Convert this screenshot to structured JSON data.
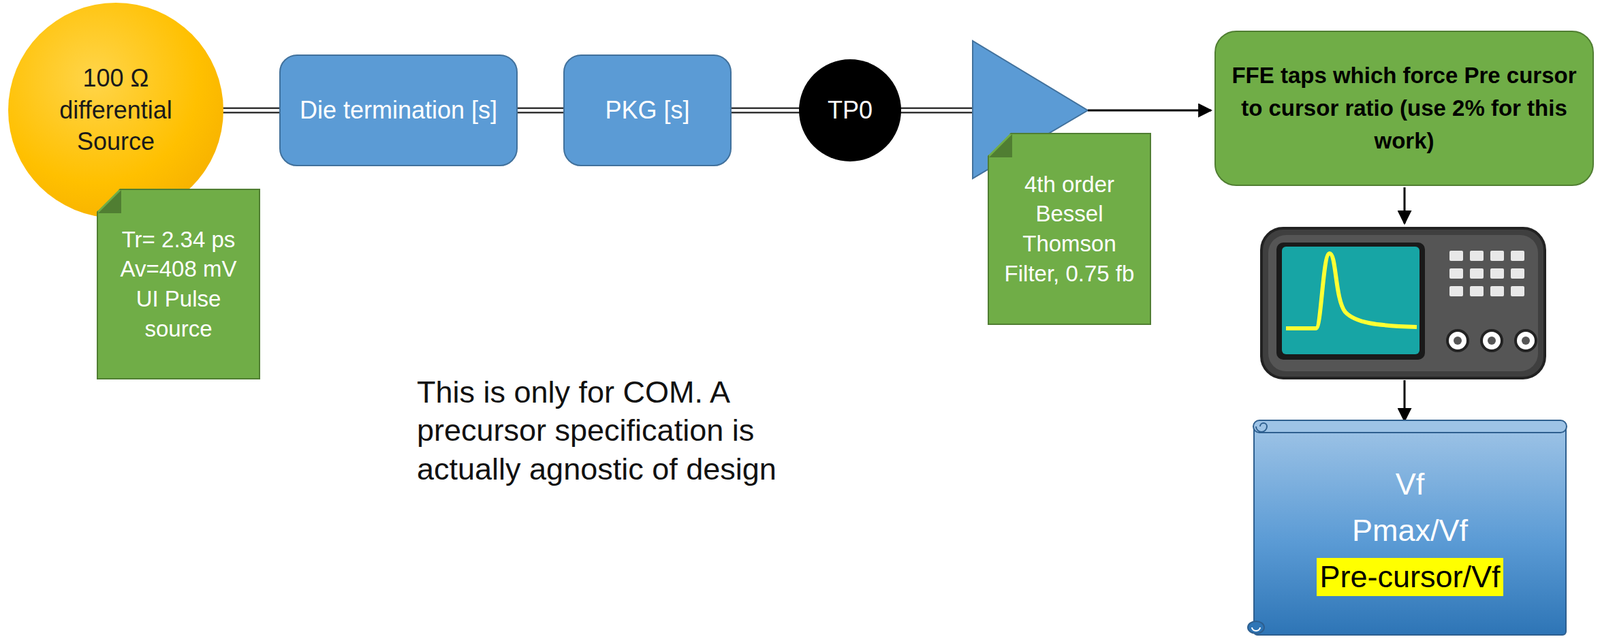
{
  "diagram": {
    "nodes": [
      {
        "text": [
          "100 Ω differential Source"
        ]
      },
      {
        "text": [
          "Tr= 2.34 ps Av=408 mV UI Pulse source"
        ]
      },
      {
        "text": [
          "Die termination [s]"
        ]
      },
      {
        "text": [
          "PKG [s]"
        ]
      },
      {
        "text": [
          "TP0"
        ]
      },
      {
        "text": [
          "4th order Bessel Thomson Filter, 0.75 fb"
        ]
      },
      {
        "text": [
          "FFE taps which force Pre cursor to cursor ratio (use 2% for this work)"
        ]
      },
      {
        "text": [
          "Vf",
          "Pmax/Vf",
          "Pre-cursor/Vf"
        ]
      }
    ],
    "edges": [
      {
        "from": 0,
        "to": 2,
        "arrow": "none"
      },
      {
        "from": 2,
        "to": 3,
        "arrow": "none"
      },
      {
        "from": 3,
        "to": 4,
        "arrow": "none"
      }
    ],
    "labels": [
      "This is only for COM. A precursor specification is actually agnostic of design"
    ]
  }
}
